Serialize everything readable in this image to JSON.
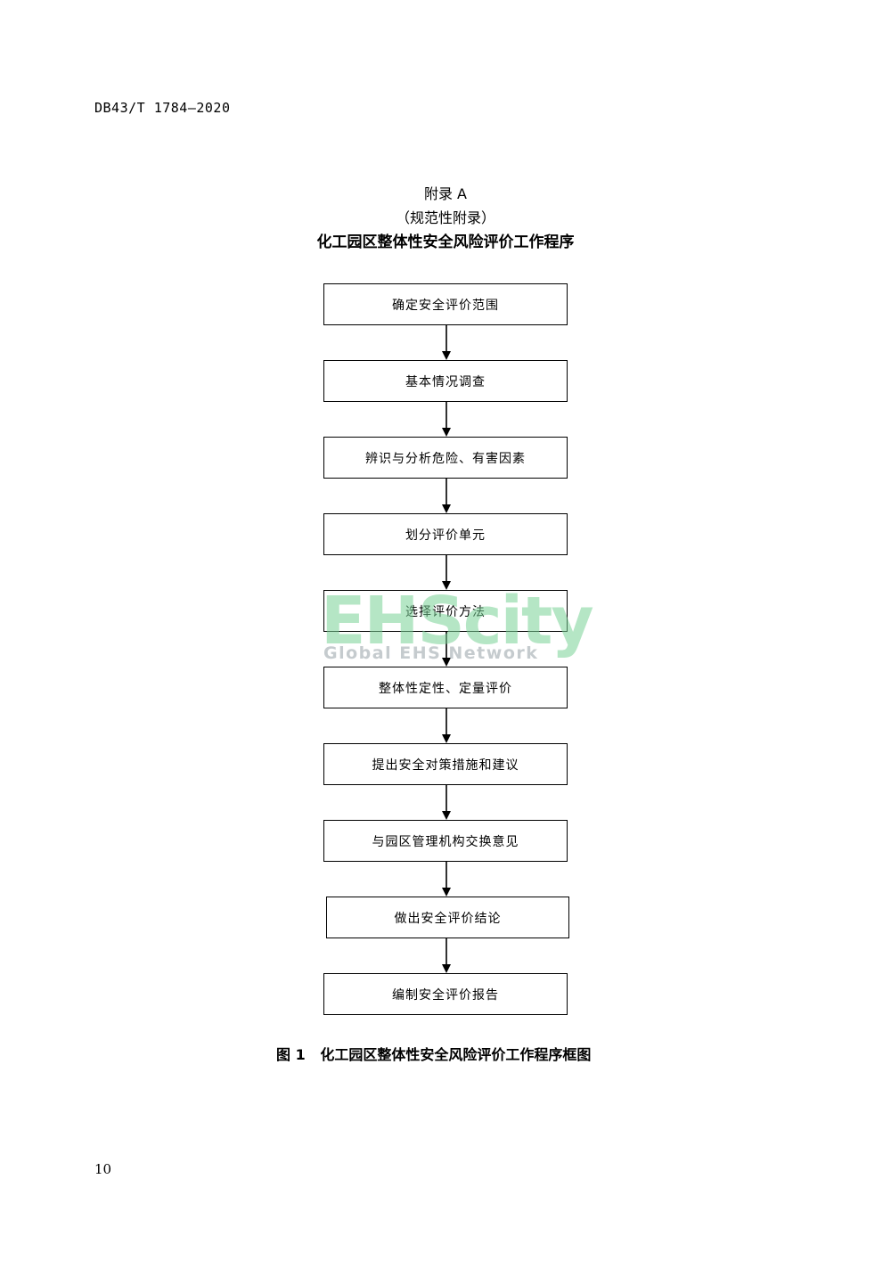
{
  "header": {
    "standard_code": "DB43/T 1784—2020"
  },
  "appendix": {
    "title": "附录 A",
    "type": "（规范性附录）",
    "name": "化工园区整体性安全风险评价工作程序"
  },
  "flowchart": {
    "steps": [
      "确定安全评价范围",
      "基本情况调查",
      "辨识与分析危险、有害因素",
      "划分评价单元",
      "选择评价方法",
      "整体性定性、定量评价",
      "提出安全对策措施和建议",
      "与园区管理机构交换意见",
      "做出安全评价结论",
      "编制安全评价报告"
    ]
  },
  "watermark": {
    "brand": "EHScity",
    "tagline": "Global EHS Network"
  },
  "figure": {
    "caption": "图 1   化工园区整体性安全风险评价工作程序框图"
  },
  "footer": {
    "page_number": "10"
  }
}
